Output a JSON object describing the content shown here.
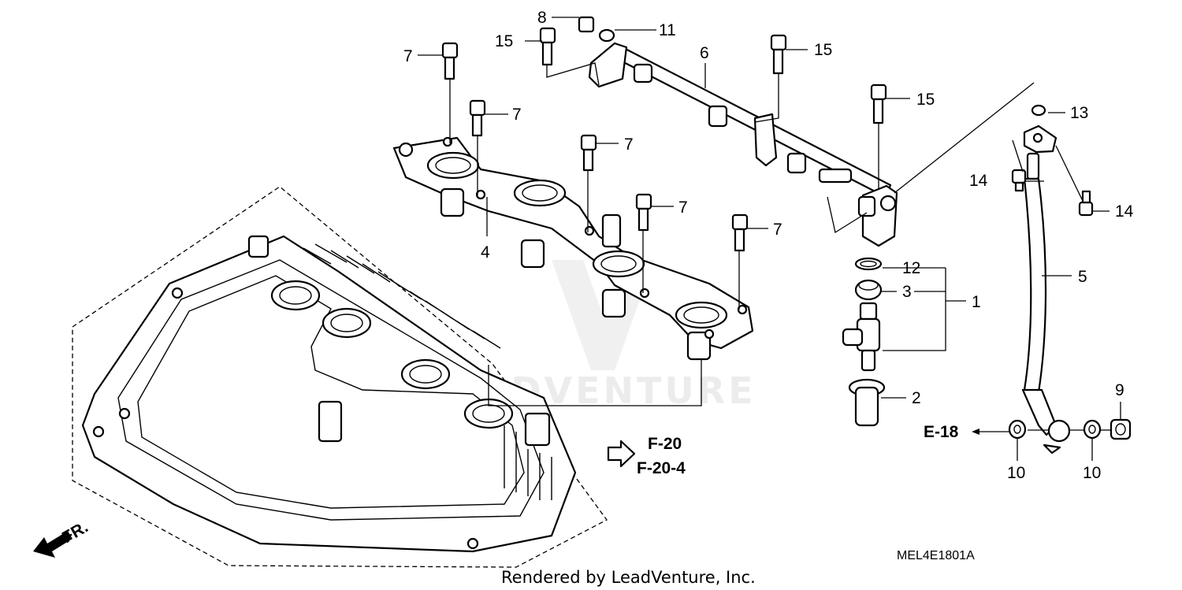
{
  "callouts": {
    "c1": "1",
    "c2": "2",
    "c3": "3",
    "c4": "4",
    "c5": "5",
    "c6": "6",
    "c7a": "7",
    "c7b": "7",
    "c7c": "7",
    "c7d": "7",
    "c7e": "7",
    "c8": "8",
    "c9": "9",
    "c10a": "10",
    "c10b": "10",
    "c11": "11",
    "c12": "12",
    "c13": "13",
    "c14a": "14",
    "c14b": "14",
    "c15a": "15",
    "c15b": "15",
    "c15c": "15"
  },
  "references": {
    "e18": "E-18",
    "f20": "F-20",
    "f20_4": "F-20-4",
    "front": "FR."
  },
  "diagram_code": "MEL4E1801A",
  "credit": "Rendered by LeadVenture, Inc.",
  "watermark": "LEADVENTURE"
}
